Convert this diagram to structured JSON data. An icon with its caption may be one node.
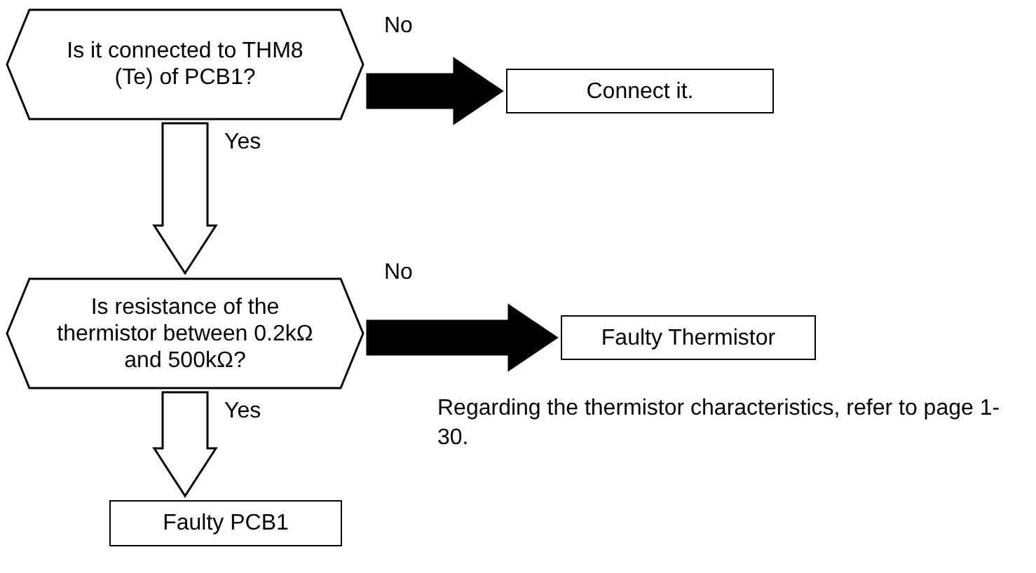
{
  "diagram": {
    "nodes": [
      {
        "text": [
          "Is it connected to THM8 (Te) of PCB1?"
        ]
      },
      {
        "text": [
          "Connect it."
        ]
      },
      {
        "text": [
          "Is resistance of the thermistor between 0.2kΩ and 500kΩ?"
        ]
      },
      {
        "text": [
          "Faulty Thermistor"
        ],
        "beside": [
          "Regarding the thermistor characteristics, refer to page 1-30."
        ]
      },
      {
        "text": [
          "Faulty PCB1"
        ]
      }
    ],
    "edges": [
      {
        "from": 0,
        "to": 1,
        "arrow": "to",
        "label": "No",
        "style": "thick"
      },
      {
        "from": 0,
        "to": 2,
        "arrow": "to",
        "label": "Yes"
      },
      {
        "from": 2,
        "to": 3,
        "arrow": "to",
        "label": "No",
        "style": "thick"
      },
      {
        "from": 2,
        "to": 4,
        "arrow": "to",
        "label": "Yes"
      }
    ]
  }
}
